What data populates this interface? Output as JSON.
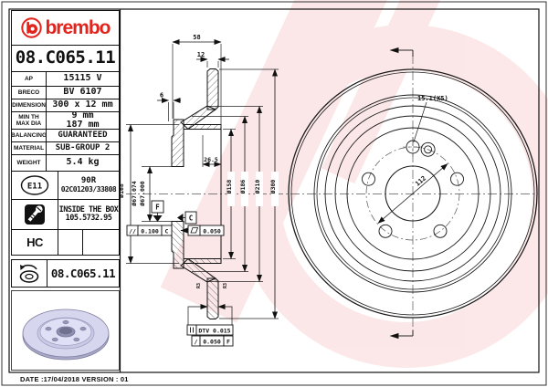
{
  "brand": {
    "name": "brembo"
  },
  "part_number": "08.C065.11",
  "specs": [
    {
      "label": "AP",
      "value": "15115 V"
    },
    {
      "label": "BRECO",
      "value": "BV 6107"
    },
    {
      "label": "DIMENSION",
      "value": "300 x 12 mm"
    },
    {
      "label": "MIN TH",
      "label2": "MAX DIA",
      "value": "9 mm",
      "value2": "187 mm"
    },
    {
      "label": "BALANCING",
      "value": "GUARANTEED"
    },
    {
      "label": "MATERIAL",
      "value": "SUB-GROUP 2"
    },
    {
      "label": "WEIGHT",
      "value": "5.4 kg"
    }
  ],
  "cert": {
    "icon": "E11",
    "line1": "90R",
    "line2": "02C01203/33808"
  },
  "box": {
    "line1": "INSIDE THE BOX",
    "line2": "105.5732.95"
  },
  "hc": {
    "label": "HC"
  },
  "bottom_part": "08.C065.11",
  "footer": {
    "date_line": "DATE :17/04/2018 VERSION : 01"
  },
  "dims": {
    "overall_width": "58",
    "thickness": "12",
    "step": "6",
    "drum_depth": "26.5",
    "bore_max": "Ø67.074",
    "bore_min": "Ø67.000",
    "d168": "Ø168",
    "d158": "Ø158",
    "d186": "Ø186",
    "d210": "Ø210",
    "d300": "Ø300",
    "pcd": "112",
    "holes": "15.1(X5)",
    "fillet_left": "R3",
    "fillet_right": "R3"
  },
  "gdt": {
    "datum_f": "F",
    "datum_c": "C",
    "par_sym": "//",
    "par_val": "0.100",
    "par_datum": "C",
    "flat_val": "0.050",
    "dtv": "DTV 0.015",
    "runout_sym": "/",
    "runout_val": "0.050",
    "runout_datum": "F"
  },
  "colors": {
    "brand_red": "#e2241d",
    "watermark_pink": "#e85050",
    "line": "#111111"
  }
}
